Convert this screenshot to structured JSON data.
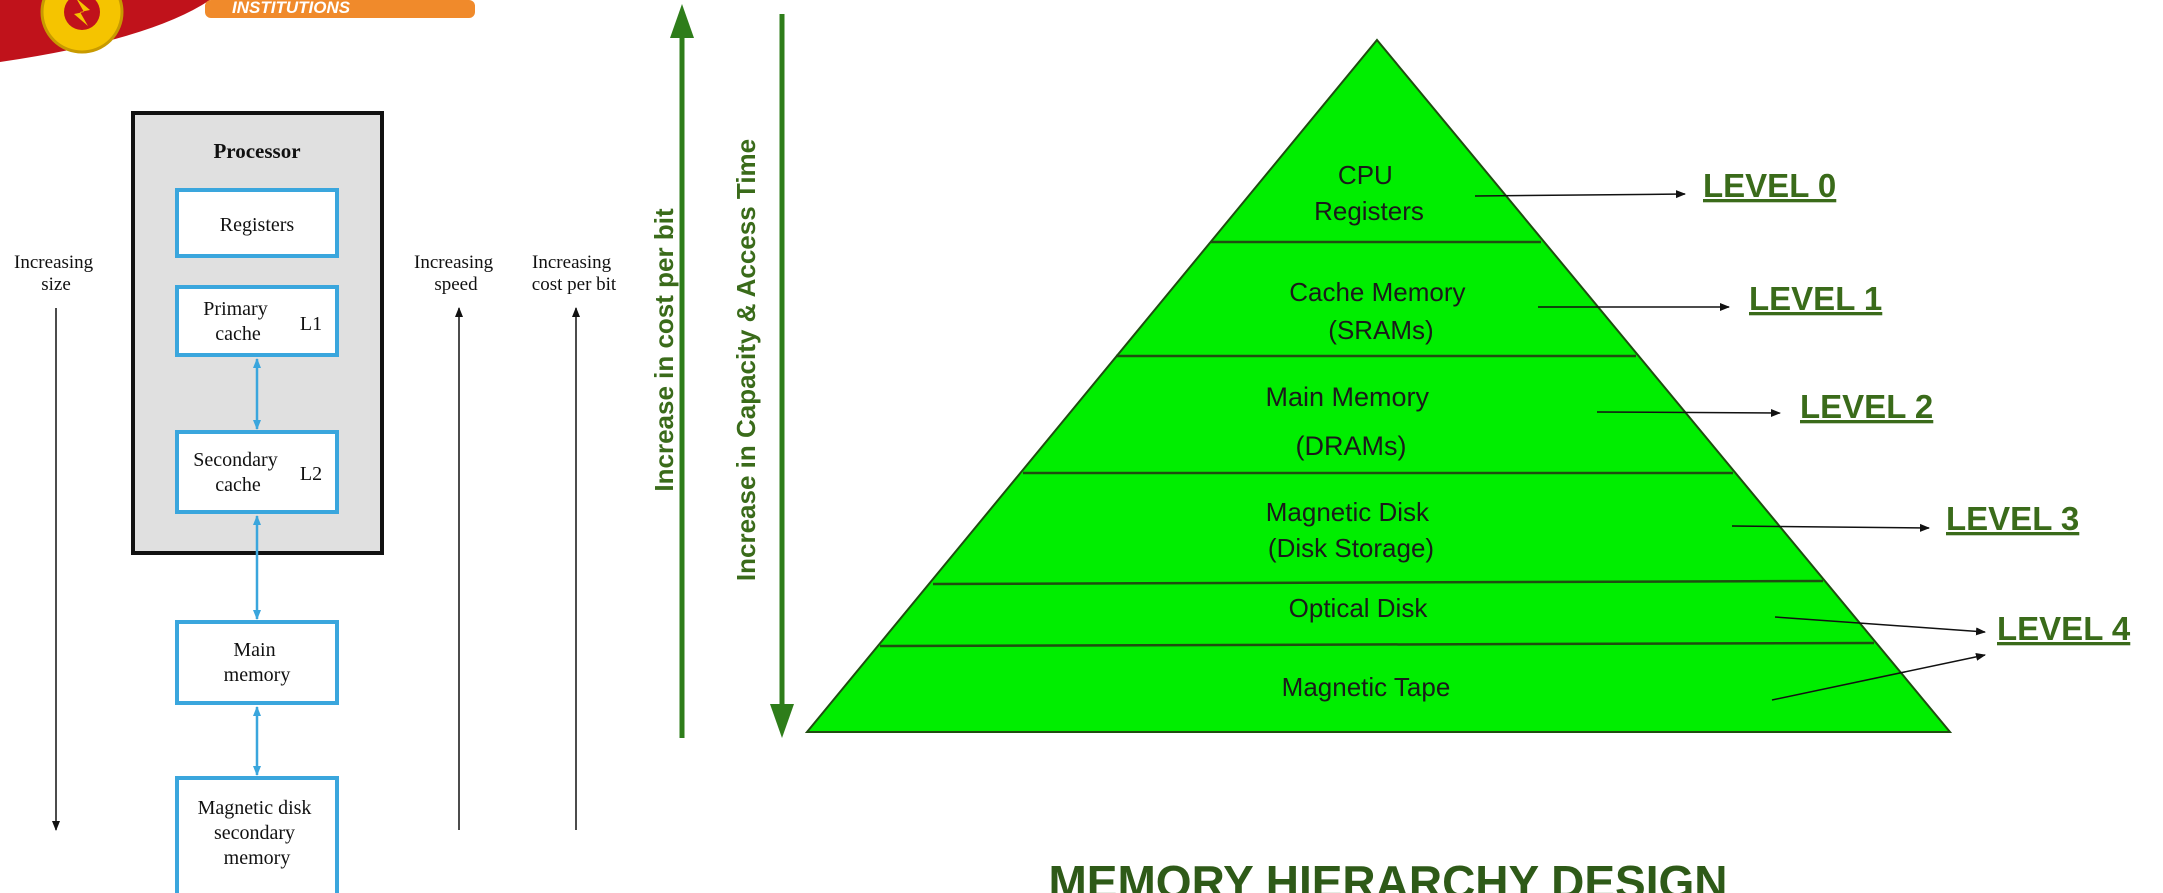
{
  "logo": {
    "text": "INSTITUTIONS"
  },
  "left_diagram": {
    "increasing_size": [
      "Increasing",
      "size"
    ],
    "increasing_speed": [
      "Increasing",
      "speed"
    ],
    "increasing_cost": [
      "Increasing",
      "cost per bit"
    ],
    "processor_title": "Processor",
    "registers": "Registers",
    "primary_cache": [
      "Primary",
      "cache"
    ],
    "primary_cache_level": "L1",
    "secondary_cache": [
      "Secondary",
      "cache"
    ],
    "secondary_cache_level": "L2",
    "main_memory": [
      "Main",
      "memory"
    ],
    "magnetic_disk": [
      "Magnetic disk",
      "secondary",
      "memory"
    ]
  },
  "vertical_labels": {
    "cost": "Increase in cost per bit",
    "capacity": "Increase in Capacity & Access Time"
  },
  "pyramid": {
    "fill_color": "#00ee00",
    "layers": [
      {
        "lines": [
          "CPU",
          "Registers"
        ]
      },
      {
        "lines": [
          "Cache Memory",
          "(SRAMs)"
        ]
      },
      {
        "lines": [
          "Main Memory",
          "(DRAMs)"
        ]
      },
      {
        "lines": [
          "Magnetic Disk",
          "(Disk Storage)"
        ]
      },
      {
        "lines": [
          "Optical Disk"
        ]
      },
      {
        "lines": [
          "Magnetic Tape"
        ]
      }
    ],
    "levels": [
      "LEVEL 0",
      "LEVEL 1",
      "LEVEL 2",
      "LEVEL 3",
      "LEVEL 4"
    ]
  },
  "caption": "MEMORY HIERARCHY DESIGN",
  "colors": {
    "label_green": "#3a6b1a",
    "arrow_green": "#2e7d1a",
    "box_blue": "#3aa6dd",
    "processor_bg": "#e0e0e0"
  }
}
